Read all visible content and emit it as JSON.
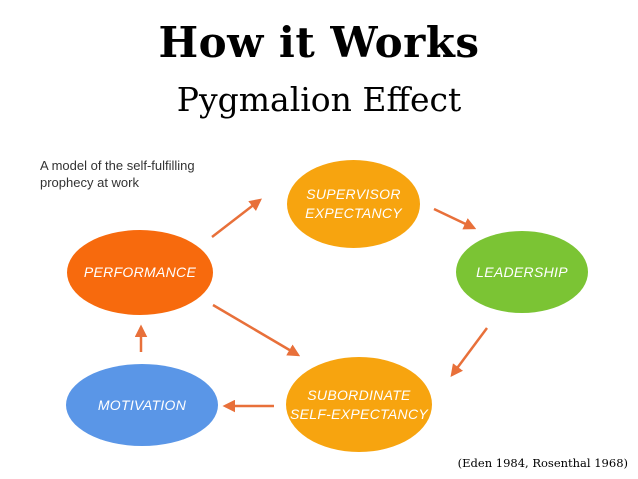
{
  "title": "How it Works",
  "subtitle": "Pygmalion Effect",
  "caption": "A model of the self-fulfilling prophecy at work",
  "citation": "(Eden 1984, Rosenthal 1968)",
  "nodes": {
    "supervisor": {
      "line1": "SUPERVISOR",
      "line2": "EXPECTANCY",
      "color": "#f7a40f"
    },
    "leadership": {
      "label": "LEADERSHIP",
      "color": "#7bc434"
    },
    "subordinate": {
      "line1": "SUBORDINATE",
      "line2": "SELF-EXPECTANCY",
      "color": "#f7a40f"
    },
    "motivation": {
      "label": "MOTIVATION",
      "color": "#5a96e7"
    },
    "performance": {
      "label": "PERFORMANCE",
      "color": "#f76a0d"
    }
  },
  "arrow_color": "#e8703a",
  "edges": [
    {
      "from": "performance",
      "to": "supervisor"
    },
    {
      "from": "supervisor",
      "to": "leadership"
    },
    {
      "from": "leadership",
      "to": "subordinate"
    },
    {
      "from": "subordinate",
      "to": "motivation"
    },
    {
      "from": "motivation",
      "to": "performance"
    },
    {
      "from": "performance",
      "to": "subordinate"
    }
  ]
}
